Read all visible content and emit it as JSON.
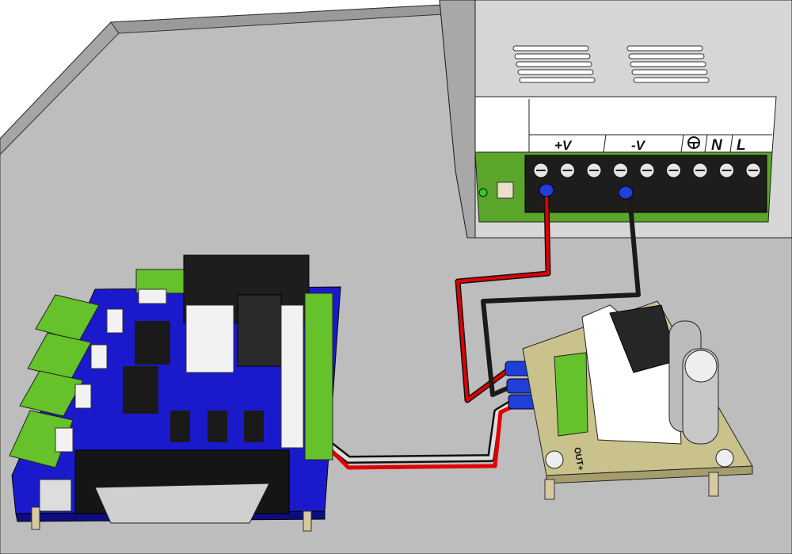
{
  "power_supply": {
    "terminal_labels": [
      "+V",
      "-V",
      "N",
      "L"
    ],
    "ground_symbol": "ground-icon",
    "terminal_count": 9
  },
  "driver_board": {
    "output_label": "OUT+"
  },
  "colors": {
    "tray": "#bdbdbd",
    "psu_body": "#d6d6d6",
    "pcb_green": "#5aa52a",
    "controller_board": "#1a1acc",
    "terminal_green": "#66c22a",
    "driver_board": "#c9c28c",
    "wire_red": "#e00000",
    "wire_black": "#1a1a1a",
    "ring_terminal": "#1f3fd6"
  }
}
